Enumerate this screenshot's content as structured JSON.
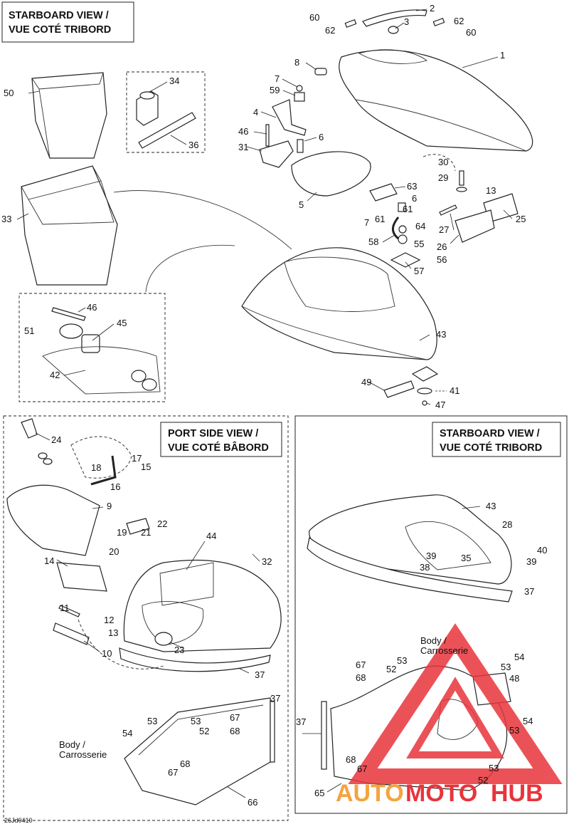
{
  "diagram": {
    "code": "26Jd0410",
    "views": {
      "top_starboard": {
        "line1": "STARBOARD VIEW /",
        "line2": "VUE COTÉ TRIBORD"
      },
      "port": {
        "line1": "PORT SIDE VIEW /",
        "line2": "VUE COTÉ BÂBORD"
      },
      "right_starboard": {
        "line1": "STARBOARD VIEW /",
        "line2": "VUE COTÉ TRIBORD"
      }
    },
    "body_label": {
      "line1": "Body /",
      "line2": "Carrosserie"
    },
    "watermark": {
      "part1": "AUTO",
      "part2": "MOTO",
      "part3": "HUB"
    },
    "colors": {
      "watermark_red": "#e8343c",
      "watermark_orange": "#f4a340",
      "line": "#222222"
    },
    "callouts": {
      "c1": "1",
      "c2": "2",
      "c3": "3",
      "c4": "4",
      "c5": "5",
      "c6a": "6",
      "c6b": "6",
      "c7a": "7",
      "c7b": "7",
      "c8": "8",
      "c9": "9",
      "c10": "10",
      "c11": "11",
      "c12": "12",
      "c13a": "13",
      "c13b": "13",
      "c14": "14",
      "c15": "15",
      "c16": "16",
      "c17": "17",
      "c18": "18",
      "c19": "19",
      "c20": "20",
      "c21": "21",
      "c22": "22",
      "c23": "23",
      "c24": "24",
      "c25": "25",
      "c26": "26",
      "c27": "27",
      "c28": "28",
      "c29": "29",
      "c30": "30",
      "c31": "31",
      "c32": "32",
      "c33": "33",
      "c34": "34",
      "c35": "35",
      "c36": "36",
      "c37a": "37",
      "c37b": "37",
      "c37c": "37",
      "c37d": "37",
      "c38": "38",
      "c39a": "39",
      "c39b": "39",
      "c40": "40",
      "c41": "41",
      "c42": "42",
      "c43a": "43",
      "c43b": "43",
      "c44": "44",
      "c45": "45",
      "c46a": "46",
      "c46b": "46",
      "c47": "47",
      "c48": "48",
      "c49": "49",
      "c50": "50",
      "c51": "51",
      "c52a": "52",
      "c52b": "52",
      "c52c": "52",
      "c53a": "53",
      "c53b": "53",
      "c53c": "53",
      "c53d": "53",
      "c53e": "53",
      "c53f": "53",
      "c54a": "54",
      "c54b": "54",
      "c54c": "54",
      "c55": "55",
      "c56": "56",
      "c57": "57",
      "c58": "58",
      "c59": "59",
      "c60a": "60",
      "c60b": "60",
      "c61a": "61",
      "c61b": "61",
      "c62a": "62",
      "c62b": "62",
      "c63": "63",
      "c64": "64",
      "c65": "65",
      "c66": "66",
      "c67a": "67",
      "c67b": "67",
      "c67c": "67",
      "c68a": "68",
      "c68b": "68",
      "c68c": "68"
    }
  }
}
